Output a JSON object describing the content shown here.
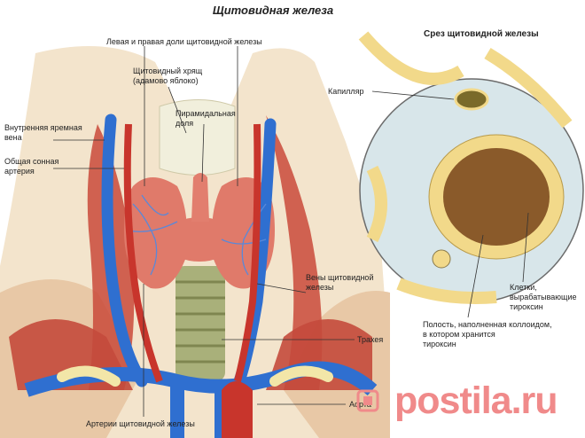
{
  "title": "Щитовидная железа",
  "inset_title": "Срез щитовидной железы",
  "labels": {
    "lobes": "Левая и правая доли щитовидной железы",
    "cartilage_1": "Щитовидный хрящ",
    "cartilage_2": "(адамово яблоко)",
    "pyramidal_1": "Пирамидальная",
    "pyramidal_2": "доля",
    "jugular_1": "Внутренняя яремная",
    "jugular_2": "вена",
    "carotid_1": "Общая сонная",
    "carotid_2": "артерия",
    "veins_1": "Вены щитовидной",
    "veins_2": "железы",
    "trachea": "Трахея",
    "aorta": "Аорта",
    "arteries": "Артерии щитовидной железы",
    "capillary": "Капилляр",
    "cells_1": "Клетки,",
    "cells_2": "вырабатывающие",
    "cells_3": "тироксин",
    "colloid_1": "Полость, наполненная коллоидом,",
    "colloid_2": "в котором хранится",
    "colloid_3": "тироксин"
  },
  "watermark": "postila.ru",
  "colors": {
    "vein_blue": "#2f6fd0",
    "artery_red": "#c8352c",
    "thyroid": "#e07a6a",
    "trachea": "#a9b07a",
    "colloid": "#8a5a2a",
    "follicle_cells": "#f2d98a",
    "watermark": "#f08a8a"
  }
}
